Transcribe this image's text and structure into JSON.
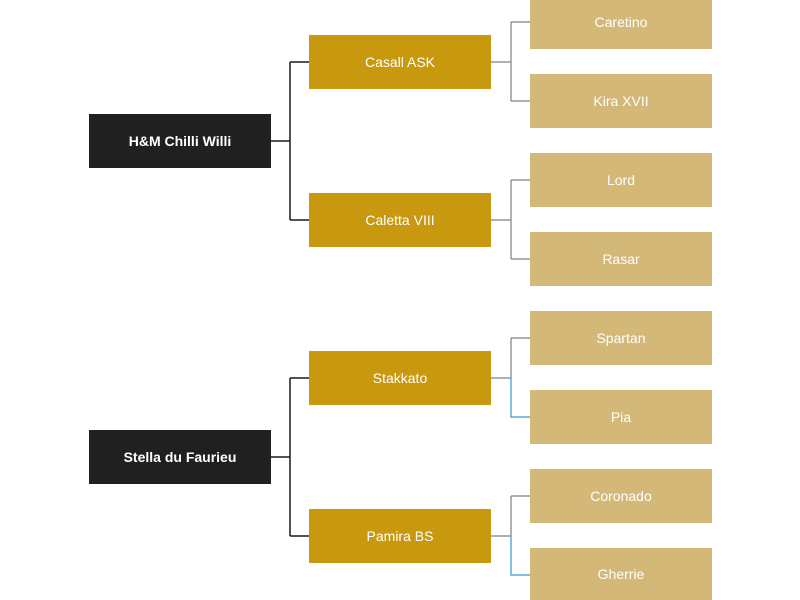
{
  "colors": {
    "gen1_fill": "#202020",
    "gen2_fill": "#c8980e",
    "gen3_fill": "#d3b878",
    "connector_dark": "#1a1a1a",
    "connector_gray": "#808080",
    "connector_blue": "#2e9cc9"
  },
  "tree": [
    {
      "name": "H&M Chilli Willi",
      "children": [
        {
          "name": "Casall ASK",
          "children": [
            {
              "name": "Caretino"
            },
            {
              "name": "Kira XVII"
            }
          ]
        },
        {
          "name": "Caletta VIII",
          "children": [
            {
              "name": "Lord"
            },
            {
              "name": "Rasar"
            }
          ]
        }
      ]
    },
    {
      "name": "Stella du Faurieu",
      "children": [
        {
          "name": "Stakkato",
          "children": [
            {
              "name": "Spartan"
            },
            {
              "name": "Pia"
            }
          ]
        },
        {
          "name": "Pamira BS",
          "children": [
            {
              "name": "Coronado"
            },
            {
              "name": "Gherrie"
            }
          ]
        }
      ]
    }
  ]
}
